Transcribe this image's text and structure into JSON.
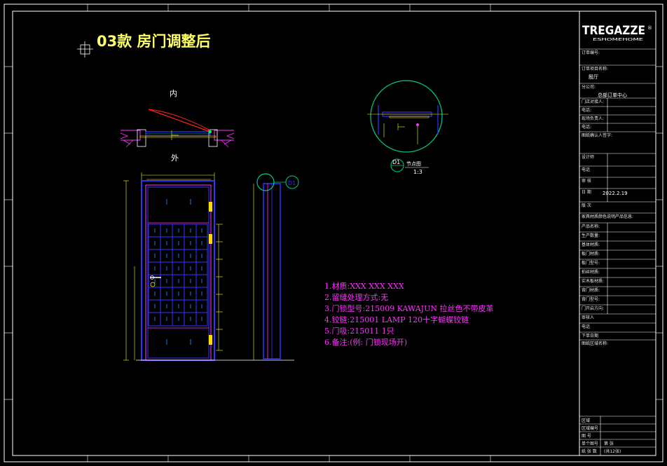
{
  "drawing": {
    "title": "03款 房门调整后",
    "plan_inside_label": "内",
    "plan_outside_label": "外",
    "detail_callout": "D1",
    "detail_title": "节点图",
    "detail_scale": "1:3"
  },
  "specs": [
    "1.材质:XXX XXX XXX",
    "2.留缝处理方式:无",
    "3.门锁型号:215009 KAWAJUN 拉丝色不带皮革",
    "4.铰链:215001 LAMP 120十字蝴蝶铰链",
    "5.门吸:215011  1只",
    "6.备注:(例: 门锁现场开)"
  ],
  "title_block": {
    "logo": "TREGAZZE",
    "logo_sub": "ESHOMEHOME",
    "rows": [
      {
        "label": "订单编号:",
        "value": ""
      },
      {
        "label": "订单项目名称:",
        "value": "殷厅"
      },
      {
        "label": "分公司:",
        "value": "总部订单中心"
      },
      {
        "label": "门店对接人:",
        "value": ""
      },
      {
        "label": "电话:",
        "value": ""
      },
      {
        "label": "现场负责人:",
        "value": ""
      },
      {
        "label": "电话:",
        "value": ""
      },
      {
        "label": "图纸确认人签字:",
        "value": ""
      },
      {
        "label": "设计师",
        "value": ""
      },
      {
        "label": "电话",
        "value": ""
      },
      {
        "label": "审  核",
        "value": ""
      },
      {
        "label": "日  期",
        "value": "2022.2.19"
      },
      {
        "label": "版  次",
        "value": ""
      },
      {
        "label": "家具材质颜色说明产品信息:",
        "value": ""
      },
      {
        "label": "产品名称:",
        "value": ""
      },
      {
        "label": "生产数量:",
        "value": ""
      },
      {
        "label": "基体材质:",
        "value": ""
      },
      {
        "label": "板门材质:",
        "value": ""
      },
      {
        "label": "板门型号:",
        "value": ""
      },
      {
        "label": "拍丝材质:",
        "value": ""
      },
      {
        "label": "实木板材质:",
        "value": ""
      },
      {
        "label": "背门材质:",
        "value": ""
      },
      {
        "label": "背门型号:",
        "value": ""
      },
      {
        "label": "门开启方向:",
        "value": ""
      },
      {
        "label": "审核人",
        "value": ""
      },
      {
        "label": "电话",
        "value": ""
      },
      {
        "label": "下单日期",
        "value": ""
      },
      {
        "label": "图纸区域名称:",
        "value": ""
      }
    ],
    "bottom_rows": [
      {
        "label": "区域",
        "value": ""
      },
      {
        "label": "区域编号",
        "value": ""
      },
      {
        "label": "图  号",
        "value": ""
      },
      {
        "label": "单个图号",
        "value": "第    张"
      },
      {
        "label": "纸 张 数",
        "value": "(共12张)"
      }
    ]
  },
  "colors": {
    "frame": "#ffffff",
    "door": "#3333ff",
    "wood": "#ff33ff",
    "hinge": "#ffdd00",
    "dim": "#ffff00",
    "callout": "#00cc88",
    "arc": "#ff2222"
  }
}
